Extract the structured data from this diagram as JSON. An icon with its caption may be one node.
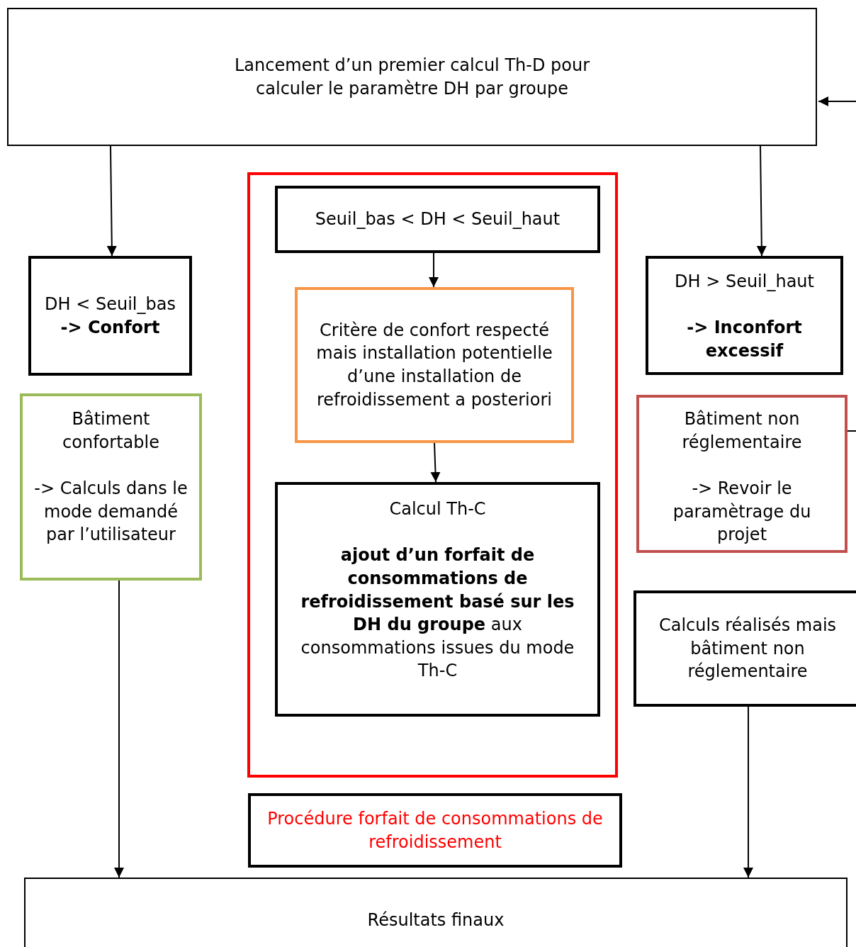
{
  "diagram": {
    "nodes": [
      {
        "text": [
          "Lancement d’un premier calcul Th-D pour calculer le paramètre DH par groupe"
        ]
      },
      {
        "text": [],
        "shape": "box"
      },
      {
        "text": [
          "Seuil_bas < DH < Seuil_haut"
        ],
        "in": 1
      },
      {
        "text": [
          "Critère de confort respecté mais installation potentielle d’une installation de refroidissement a posteriori"
        ],
        "in": 1
      },
      {
        "text": [
          "Calcul Th-C",
          "**ajout d’un forfait de consommations de refroidissement basé sur les DH du groupe** aux consommations issues du mode Th-C"
        ],
        "in": 1
      },
      {
        "text": [
          "DH < Seuil_bas",
          "-> Confort"
        ]
      },
      {
        "text": [
          "Bâtiment confortable",
          "-> Calculs dans le mode demandé par l’utilisateur"
        ]
      },
      {
        "text": [
          "DH > Seuil_haut",
          "-> Inconfort excessif"
        ]
      },
      {
        "text": [
          "Bâtiment non réglementaire",
          "-> Revoir le paramètrage du projet"
        ]
      },
      {
        "text": [
          "Calculs réalisés mais bâtiment non réglementaire"
        ]
      },
      {
        "text": [
          "Procédure forfait de consommations de refroidissement"
        ]
      },
      {
        "text": [
          "Résultats finaux"
        ]
      }
    ],
    "edges": [
      {
        "from": 0,
        "to": 5,
        "arrow": "to"
      },
      {
        "from": 0,
        "to": 7,
        "arrow": "to"
      },
      {
        "from": 2,
        "to": 3,
        "arrow": "to"
      },
      {
        "from": 3,
        "to": 4,
        "arrow": "to"
      },
      {
        "from": 6,
        "to": 11,
        "arrow": "to"
      },
      {
        "from": 9,
        "to": 11,
        "arrow": "to"
      },
      {
        "from": null,
        "to": 0,
        "arrow": "to"
      },
      {
        "from": 8,
        "to": null,
        "arrow": "none"
      }
    ]
  }
}
